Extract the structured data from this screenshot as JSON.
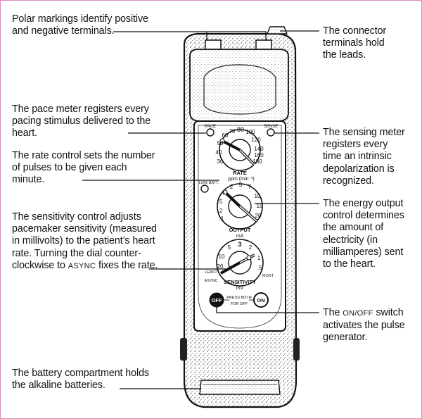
{
  "callouts": {
    "polar": "Polar markings identify positive\nand negative terminals.",
    "connector": "The connector\nterminals hold\nthe leads.",
    "pace_meter": "The pace meter registers every\npacing stimulus delivered to the\nheart.",
    "sensing_meter": "The sensing meter\nregisters every\ntime an intrinsic\ndepolarization is\nrecognized.",
    "rate_control": "The rate control sets the number\nof pulses to be given each\nminute.",
    "energy_output": "The energy output\ncontrol determines\nthe amount of\nelectricity (in\nmilliamperes) sent\nto the heart.",
    "sensitivity_a": "The sensitivity control adjusts\npacemaker sensitivity (measured\nin millivolts) to the patient’s heart\nrate. Turning the dial counter-\nclockwise to ",
    "sensitivity_async": "ASYNC",
    "sensitivity_b": " fixes the rate.",
    "onoff_a": "The ",
    "onoff_sc": "ON/OFF",
    "onoff_b": " switch\nactivates the pulse\ngenerator.",
    "battery": "The battery compartment holds\nthe alkaline batteries."
  },
  "device": {
    "pace_label": "PACE",
    "sense_label": "SENSE",
    "low_batt_label": "LOW BATT.",
    "rate_title": "RATE",
    "rate_unit": "ppm (min⁻¹)",
    "rate_ticks": [
      "30",
      "40",
      "50",
      "60",
      "70",
      "80",
      "100",
      "120",
      "140",
      "160",
      "180"
    ],
    "output_title": "OUTPUT",
    "output_unit": "mA",
    "output_ticks": [
      ".1",
      ".2",
      ".5",
      "1",
      "2",
      "5",
      "7",
      "10",
      "15",
      "20"
    ],
    "sens_title": "SENSITIVITY",
    "sens_unit": "mV",
    "sens_ticks": [
      "20",
      "10",
      "5",
      "3",
      "2",
      "1",
      ".5"
    ],
    "least_label": "LEAST",
    "most_label": "MOST",
    "async_label": "ASYNC",
    "off_button": "OFF",
    "on_button": "ON",
    "press_both": "PRESS BOTH",
    "for_off": "FOR OFF"
  }
}
